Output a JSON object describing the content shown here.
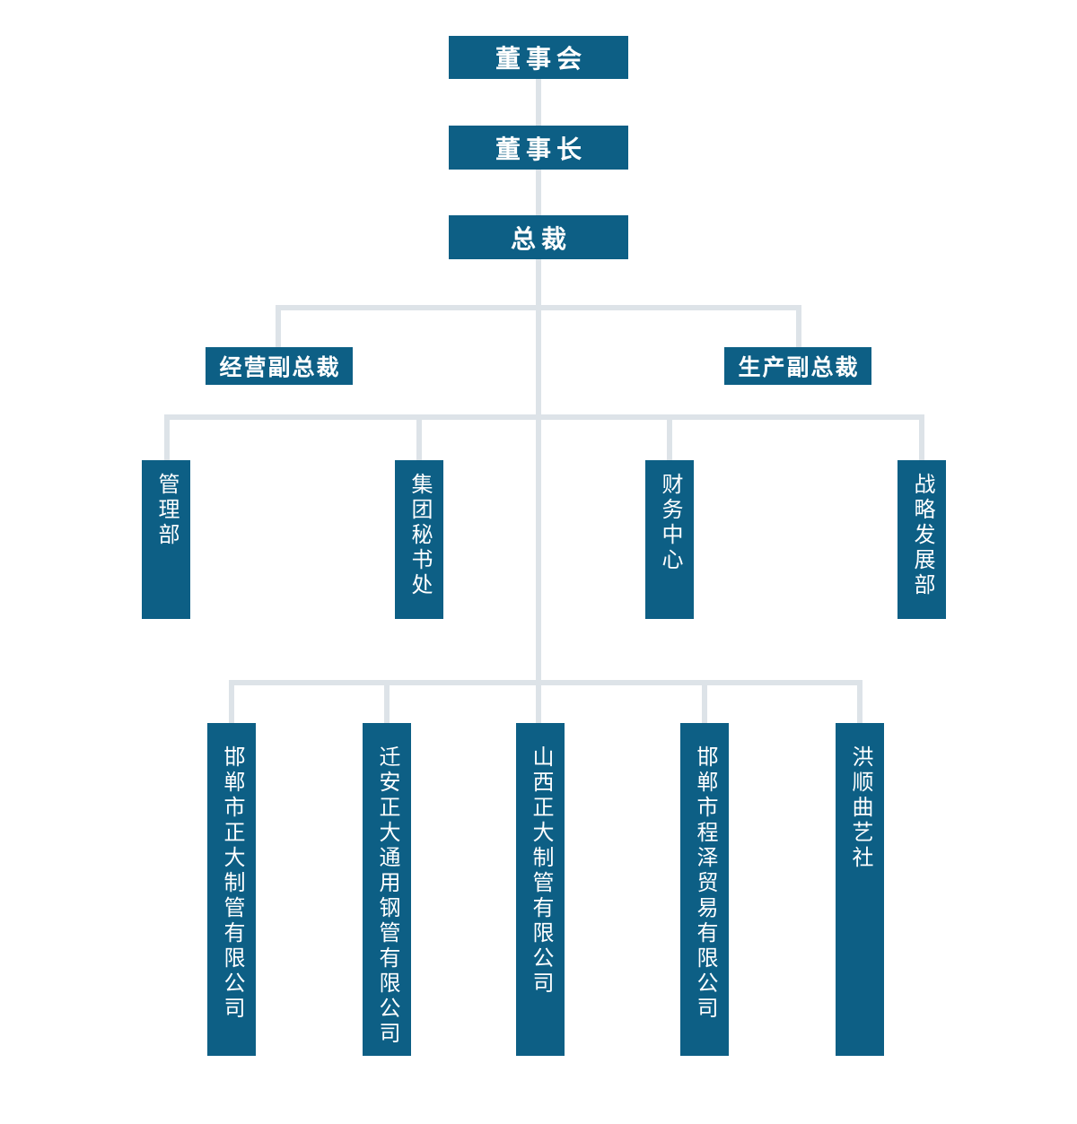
{
  "colors": {
    "node_fill": "#0d5f85",
    "node_text": "#ffffff",
    "connector": "#dde3e8",
    "page_bg": "#ffffff"
  },
  "nodes": {
    "board": {
      "label": "董事会"
    },
    "chairman": {
      "label": "董事长"
    },
    "president": {
      "label": "总裁"
    },
    "vp_operations": {
      "label": "经营副总裁"
    },
    "vp_production": {
      "label": "生产副总裁"
    },
    "management_dept": {
      "label": "管理部"
    },
    "group_secretariat": {
      "label": "集团秘书处"
    },
    "finance_center": {
      "label": "财务中心"
    },
    "strategy_dev_dept": {
      "label": "战略发展部"
    },
    "sub_handan_zhengda_pipe": {
      "label": "邯郸市正大制管有限公司"
    },
    "sub_qianan_zhengda_steel": {
      "label": "迁安正大通用钢管有限公司"
    },
    "sub_shanxi_zhengda_pipe": {
      "label": "山西正大制管有限公司"
    },
    "sub_handan_chengze_trading": {
      "label": "邯郸市程泽贸易有限公司"
    },
    "sub_hongshun_quyi": {
      "label": "洪顺曲艺社"
    }
  },
  "hierarchy": {
    "level1": [
      "board",
      "chairman",
      "president"
    ],
    "level2": [
      "vp_operations",
      "vp_production"
    ],
    "level3": [
      "management_dept",
      "group_secretariat",
      "finance_center",
      "strategy_dev_dept"
    ],
    "level4": [
      "sub_handan_zhengda_pipe",
      "sub_qianan_zhengda_steel",
      "sub_shanxi_zhengda_pipe",
      "sub_handan_chengze_trading",
      "sub_hongshun_quyi"
    ]
  }
}
